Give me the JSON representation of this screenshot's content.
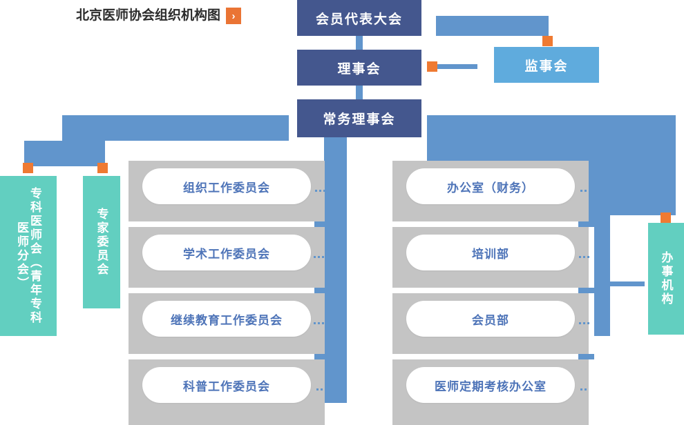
{
  "header": {
    "title": "北京医师协会组织机构图",
    "arrow_icon": "chevron-right-icon",
    "arrow_label": "›",
    "arrow_color": "#ea7434"
  },
  "palette": {
    "dark_blue": "#44578e",
    "light_blue": "#5fabdd",
    "connector_blue": "#6195cc",
    "orange": "#ef7a32",
    "teal": "#62cfc0",
    "row_gray": "#c4c4c4",
    "pill_white": "#ffffff",
    "pill_text": "#4e74b8"
  },
  "top_nodes": [
    {
      "id": "assembly",
      "label": "会员代表大会"
    },
    {
      "id": "council",
      "label": "理事会"
    },
    {
      "id": "standing",
      "label": "常务理事会"
    }
  ],
  "supervisor_node": {
    "id": "supervisor",
    "label": "监事会"
  },
  "side_nodes": [
    {
      "id": "specialist",
      "label": "专科医师会（青年专科医师分会）"
    },
    {
      "id": "expert",
      "label": "专家委员会"
    },
    {
      "id": "office",
      "label": "办事机构"
    }
  ],
  "committees_left": [
    {
      "label": "组织工作委员会"
    },
    {
      "label": "学术工作委员会"
    },
    {
      "label": "继续教育工作委员会"
    },
    {
      "label": "科普工作委员会"
    }
  ],
  "committees_right": [
    {
      "label": "办公室（财务）"
    },
    {
      "label": "培训部"
    },
    {
      "label": "会员部"
    },
    {
      "label": "医师定期考核办公室"
    }
  ]
}
